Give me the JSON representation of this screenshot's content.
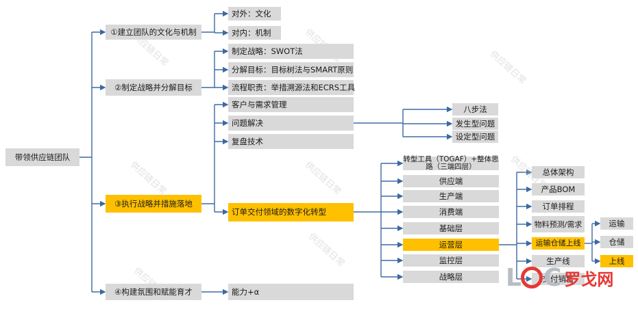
{
  "root": "带领供应链团队",
  "level1": [
    "①建立团队的文化与机制",
    "②制定战略并分解目标",
    "③执行战略并措施落地",
    "④构建氛围和赋能育才"
  ],
  "culture_children": [
    "对外：文化",
    "对内：机制"
  ],
  "strategy_children": [
    "制定战略：SWOT法",
    "分解目标：目标树法与SMART原则",
    "流程职责：举措溯源法和ECRS工具"
  ],
  "execution_children": [
    "客户与需求管理",
    "问题解决",
    "复盘技术",
    "订单交付领域的数字化转型"
  ],
  "problem_children": [
    "八步法",
    "发生型问题",
    "设定型问题"
  ],
  "transformation_children": [
    "转型工具（TOGAF）+整体思路（三端四层）",
    "供应端",
    "生产端",
    "消费端",
    "基础层",
    "运营层",
    "监控层",
    "战略层"
  ],
  "operation_children": [
    "总体架构",
    "产品BOM",
    "订单排程",
    "物料预测/需求",
    "运输仓储上线",
    "生产线",
    "交付销售"
  ],
  "logistics_children": [
    "运输",
    "仓储",
    "上线"
  ],
  "empower_children": [
    "能力+α"
  ],
  "watermark": "供应链日常",
  "logo": {
    "letters": "LC",
    "name": "罗戈网"
  },
  "colors": {
    "line": "#3b6aa3",
    "box": "#d9d9d9",
    "highlight": "#ffc000"
  }
}
